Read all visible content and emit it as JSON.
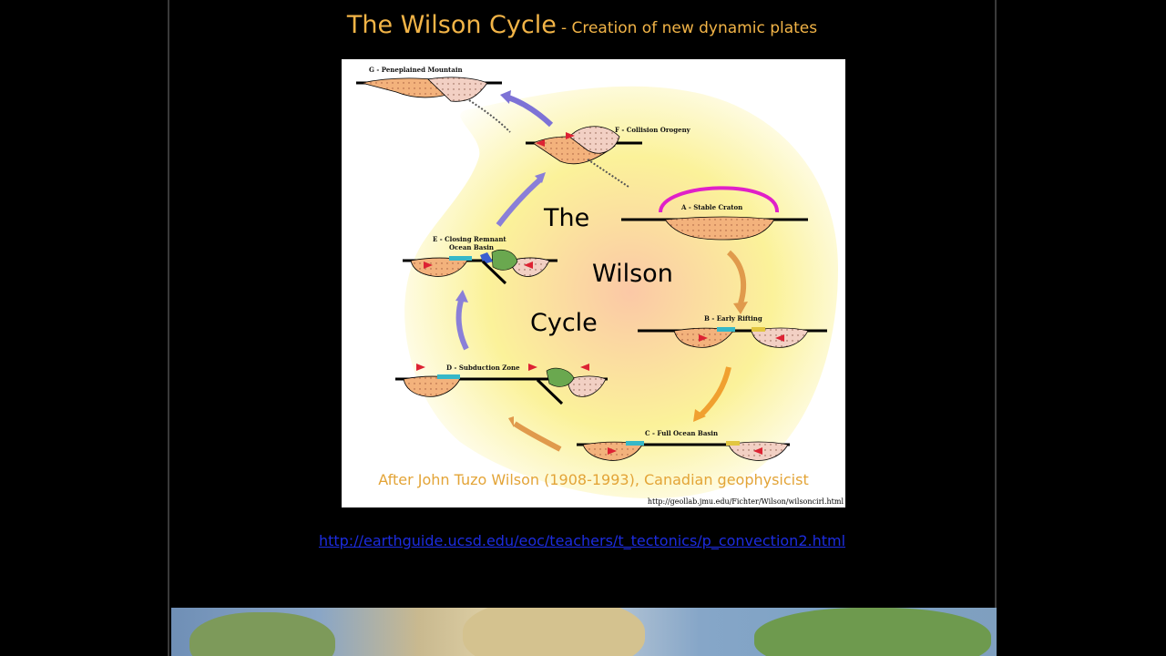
{
  "slide": {
    "title": "The Wilson Cycle",
    "subtitle": "- Creation of new dynamic plates",
    "link_url": "http://earthguide.ucsd.edu/eoc/teachers/t_tectonics/p_convection2.html"
  },
  "figure": {
    "center_words": [
      "The",
      "Wilson",
      "Cycle"
    ],
    "stages": {
      "a": "A - Stable Craton",
      "b": "B - Early Rifting",
      "c": "C - Full Ocean Basin",
      "d": "D - Subduction Zone",
      "e_line1": "E - Closing Remnant",
      "e_line2": "Ocean Basin",
      "f": "F - Collision Orogeny",
      "g": "G - Peneplained Mountain"
    },
    "credit": "After John Tuzo Wilson (1908-1993), Canadian geophysicist",
    "source_url": "http://geollab.jmu.edu/Fichter/Wilson/wilsoncirl.html"
  },
  "colors": {
    "title": "#f2b447",
    "link": "#1c2ce0",
    "continent": "#f3b27c",
    "ocean_crust": "#36b8c8",
    "arrow_purple": "#8a7fd8",
    "arrow_orange": "#e09a4c",
    "highlight": "#e020c8"
  }
}
